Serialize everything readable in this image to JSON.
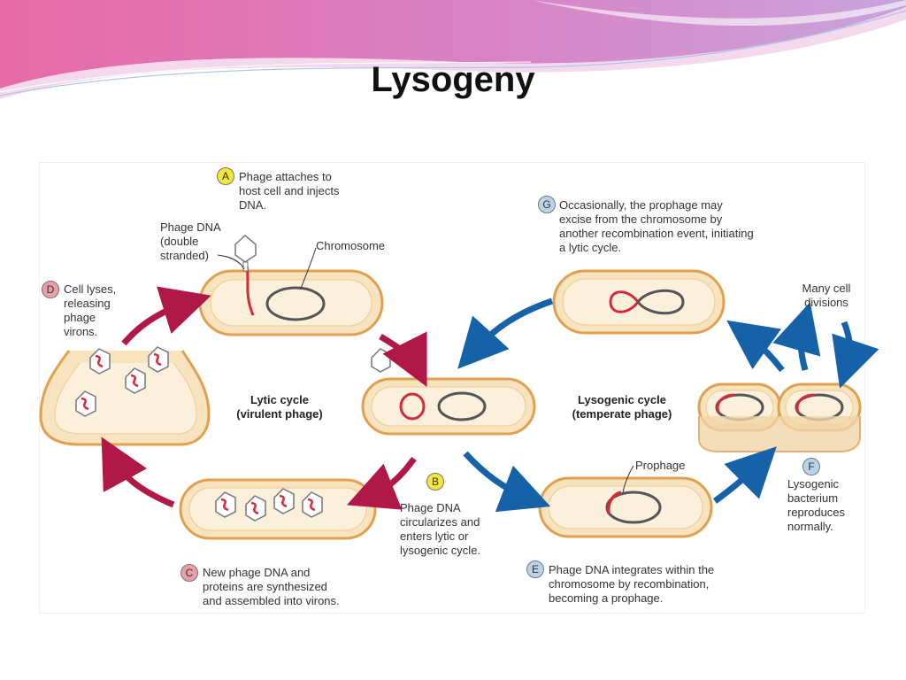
{
  "slide": {
    "title": "Lysogeny"
  },
  "colors": {
    "cell_fill": "#f7e3be",
    "cell_border": "#e0a050",
    "dna_red": "#d8283c",
    "chromosome_gray": "#555555",
    "lytic_arrow": "#b01848",
    "lysogenic_arrow": "#1662a8",
    "badge_yellow": "#f2e63a",
    "badge_red": "#e8a0a6",
    "badge_blue": "#b9d4ea"
  },
  "diagram": {
    "steps": [
      {
        "id": "A",
        "text": "Phage attaches to\nhost cell and injects\nDNA.",
        "badge_color": "#f2e63a"
      },
      {
        "id": "B",
        "text": "Phage DNA\ncircularizes and\nenters lytic or\nlysogenic cycle.",
        "badge_color": "#f2e63a"
      },
      {
        "id": "C",
        "text": "New phage DNA and\nproteins are synthesized\nand assembled into virons.",
        "badge_color": "#e8a0a6"
      },
      {
        "id": "D",
        "text": "Cell lyses,\nreleasing\nphage\nvirons.",
        "badge_color": "#e8a0a6"
      },
      {
        "id": "E",
        "text": "Phage DNA integrates within the\nchromosome by recombination,\nbecoming a prophage.",
        "badge_color": "#b9d4ea"
      },
      {
        "id": "F",
        "text": "Lysogenic\nbacterium\nreproduces\nnormally.",
        "badge_color": "#b9d4ea"
      },
      {
        "id": "G",
        "text": "Occasionally, the prophage may\nexcise from the chromosome by\nanother recombination event, initiating\na lytic cycle.",
        "badge_color": "#b9d4ea"
      }
    ],
    "labels": {
      "phage_dna": "Phage DNA\n(double\nstranded)",
      "chromosome": "Chromosome",
      "prophage": "Prophage",
      "many_divisions": "Many cell\ndivisions",
      "lytic_cycle": "Lytic cycle\n(virulent phage)",
      "lysogenic_cycle": "Lysogenic cycle\n(temperate phage)"
    }
  }
}
